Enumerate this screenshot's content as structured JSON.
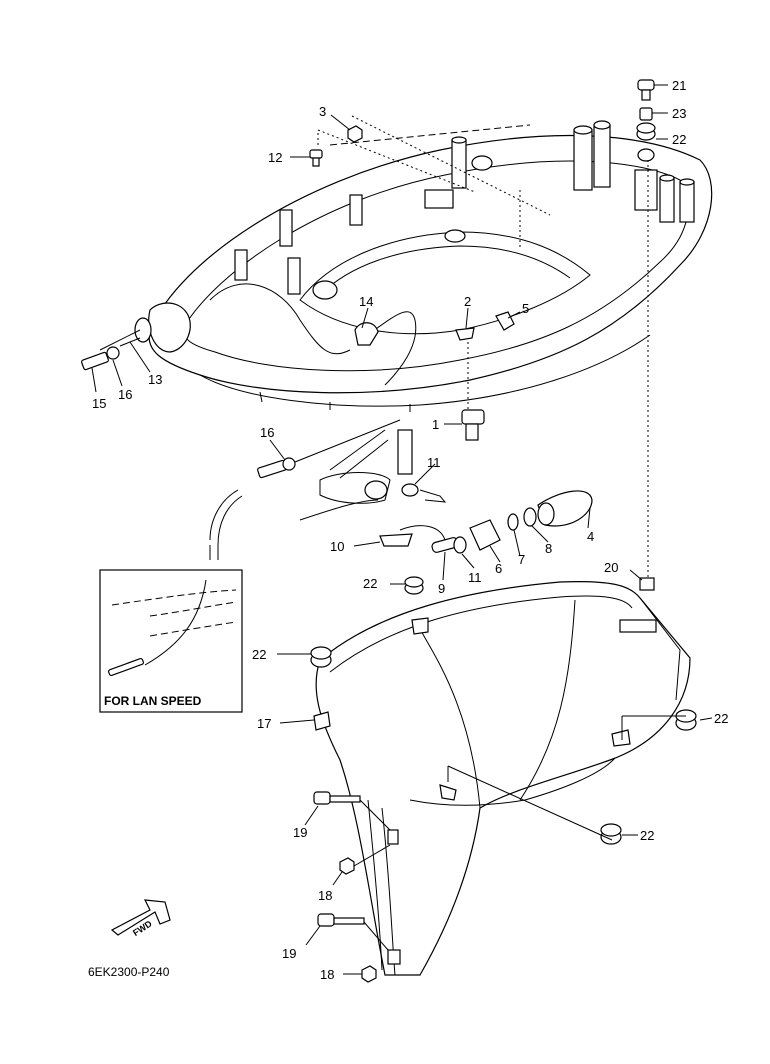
{
  "diagram": {
    "code": "6EK2300-P240",
    "inset_label": "FOR LAN SPEED",
    "fwd_text": "FWD",
    "callouts": [
      {
        "id": "c1",
        "text": "1"
      },
      {
        "id": "c2",
        "text": "2"
      },
      {
        "id": "c3",
        "text": "3"
      },
      {
        "id": "c4",
        "text": "4"
      },
      {
        "id": "c5",
        "text": "5"
      },
      {
        "id": "c6",
        "text": "6"
      },
      {
        "id": "c7",
        "text": "7"
      },
      {
        "id": "c8",
        "text": "8"
      },
      {
        "id": "c9",
        "text": "9"
      },
      {
        "id": "c10",
        "text": "10"
      },
      {
        "id": "c11a",
        "text": "11"
      },
      {
        "id": "c11b",
        "text": "11"
      },
      {
        "id": "c12",
        "text": "12"
      },
      {
        "id": "c13",
        "text": "13"
      },
      {
        "id": "c14",
        "text": "14"
      },
      {
        "id": "c15",
        "text": "15"
      },
      {
        "id": "c16a",
        "text": "16"
      },
      {
        "id": "c16b",
        "text": "16"
      },
      {
        "id": "c17",
        "text": "17"
      },
      {
        "id": "c18a",
        "text": "18"
      },
      {
        "id": "c18b",
        "text": "18"
      },
      {
        "id": "c19a",
        "text": "19"
      },
      {
        "id": "c19b",
        "text": "19"
      },
      {
        "id": "c20",
        "text": "20"
      },
      {
        "id": "c21",
        "text": "21"
      },
      {
        "id": "c22a",
        "text": "22"
      },
      {
        "id": "c22b",
        "text": "22"
      },
      {
        "id": "c22c",
        "text": "22"
      },
      {
        "id": "c22d",
        "text": "22"
      },
      {
        "id": "c22e",
        "text": "22"
      },
      {
        "id": "c23",
        "text": "23"
      }
    ]
  }
}
